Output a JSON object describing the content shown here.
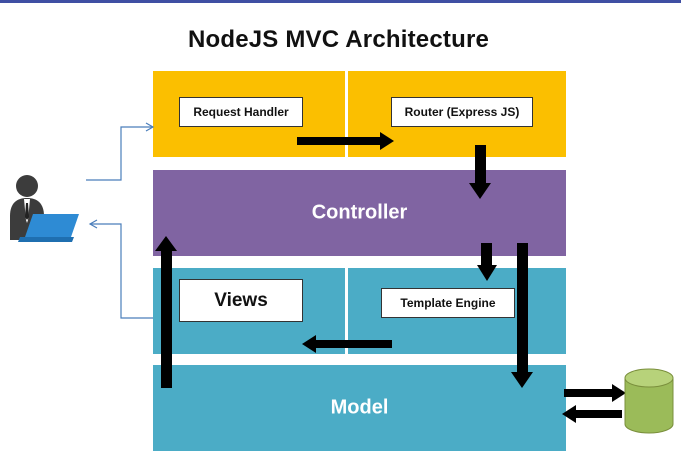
{
  "title": "NodeJS MVC Architecture",
  "colors": {
    "request_layer": "#fbbf00",
    "controller": "#8064a2",
    "view_layer": "#4bacc6",
    "model": "#4bacc6",
    "arrow": "#000000",
    "connector": "#4a7ebb",
    "database": "#9bbb59",
    "user": "#3c3c3c",
    "laptop": "#2e8bd4"
  },
  "nodes": {
    "request_handler": "Request Handler",
    "router": "Router (Express JS)",
    "controller": "Controller",
    "views": "Views",
    "template_engine": "Template Engine",
    "model": "Model"
  },
  "icons": {
    "user": "user-with-laptop-icon",
    "database": "database-cylinder-icon"
  }
}
